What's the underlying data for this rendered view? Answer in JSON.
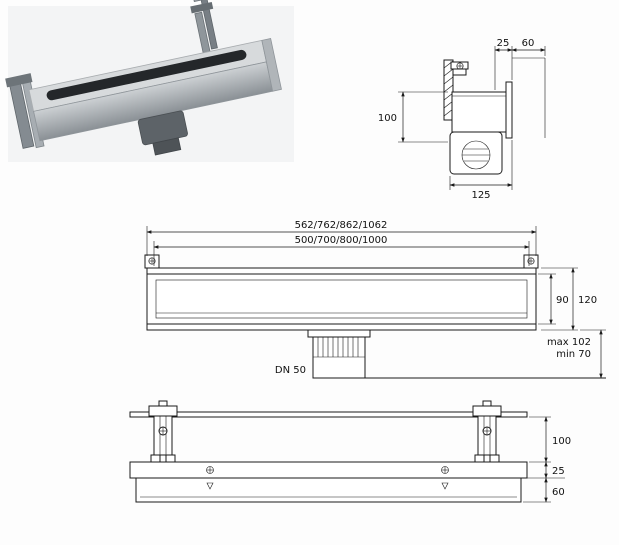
{
  "side_view": {
    "dim_25": "25",
    "dim_60": "60",
    "dim_100": "100",
    "dim_125": "125"
  },
  "front_view": {
    "dim_outer": "562/762/862/1062",
    "dim_inner": "500/700/800/1000",
    "dim_90": "90",
    "dim_120": "120",
    "dim_max": "max 102",
    "dim_min": "min 70",
    "label_dn50": "DN 50"
  },
  "rear_view": {
    "dim_100": "100",
    "dim_25": "25",
    "dim_60": "60"
  },
  "colors": {
    "line": "#1a1a1a",
    "steel_light": "#d7dadc",
    "steel_dark": "#8a9095",
    "slot": "#24272a"
  }
}
